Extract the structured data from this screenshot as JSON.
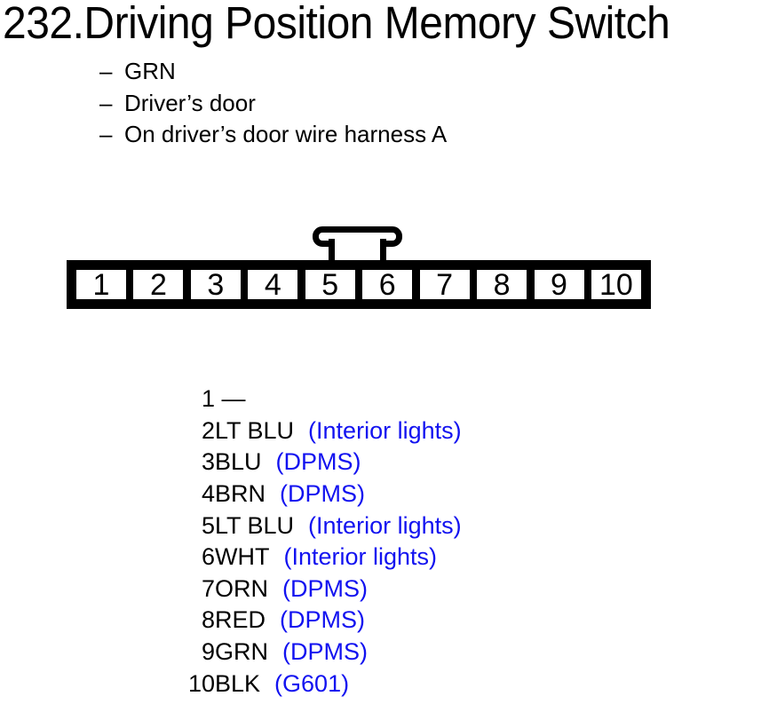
{
  "title": "232.Driving Position Memory Switch",
  "notes": {
    "dash": "–",
    "items": [
      {
        "label": "GRN"
      },
      {
        "label": "Driver’s door"
      },
      {
        "label": "On driver’s door wire harness A"
      }
    ]
  },
  "connector": {
    "pins": [
      "1",
      "2",
      "3",
      "4",
      "5",
      "6",
      "7",
      "8",
      "9",
      "10"
    ]
  },
  "pin_list": {
    "rows": [
      {
        "pin": "1",
        "code": " —",
        "note": ""
      },
      {
        "pin": "2",
        "code": "LT BLU",
        "note": "(Interior lights)"
      },
      {
        "pin": "3",
        "code": "BLU",
        "note": "(DPMS)"
      },
      {
        "pin": "4",
        "code": "BRN",
        "note": "(DPMS)"
      },
      {
        "pin": "5",
        "code": "LT BLU",
        "note": "(Interior lights)"
      },
      {
        "pin": "6",
        "code": "WHT",
        "note": "(Interior lights)"
      },
      {
        "pin": "7",
        "code": "ORN",
        "note": "(DPMS)"
      },
      {
        "pin": "8",
        "code": "RED",
        "note": "(DPMS)"
      },
      {
        "pin": "9",
        "code": "GRN",
        "note": "(DPMS)"
      },
      {
        "pin": "10",
        "code": "BLK",
        "note": "(G601)"
      }
    ]
  },
  "colors": {
    "text": "#000000",
    "note_blue": "#1212f0",
    "line": "#000000"
  }
}
